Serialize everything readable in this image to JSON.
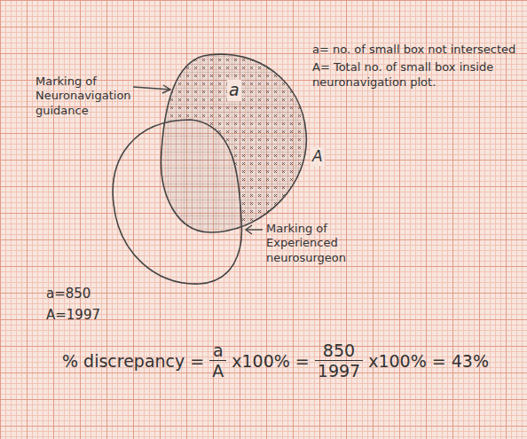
{
  "diagram": {
    "nodes": [
      {
        "text": [
          "a",
          "A"
        ]
      }
    ],
    "labels": [
      "Marking of Neuronavigation guidance",
      "a= no. of small box not intersected",
      "A= Total no. of small box inside neuronavigation plot.",
      "Marking of Experienced neurosurgeon",
      "a=850",
      "A=1997",
      "% discrepancy =",
      "a",
      "A",
      "x100% =",
      "850",
      "1997",
      "x100% = 43%"
    ]
  }
}
